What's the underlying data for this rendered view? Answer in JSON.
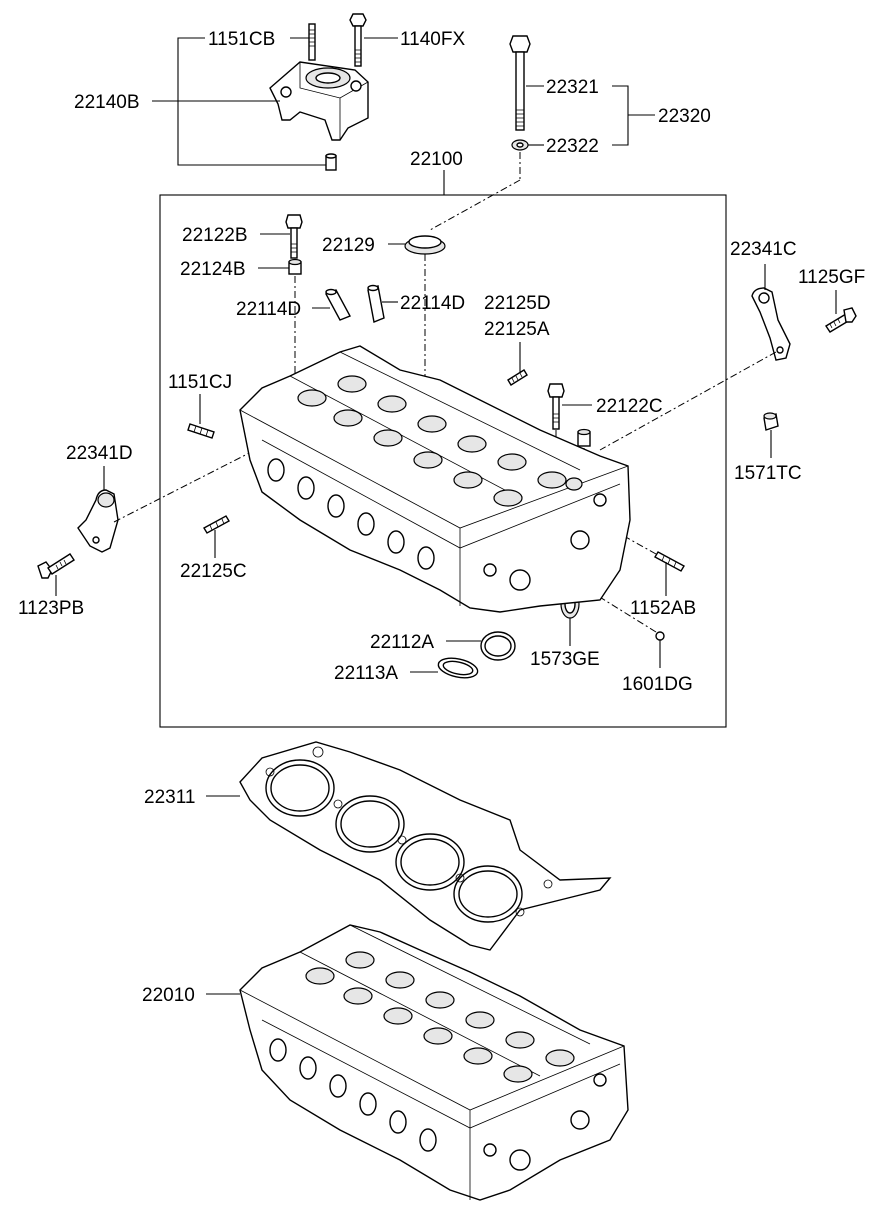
{
  "labels": {
    "l1151CB": "1151CB",
    "l1140FX": "1140FX",
    "l22140B": "22140B",
    "l22321": "22321",
    "l22320": "22320",
    "l22322": "22322",
    "l22100": "22100",
    "l22122B": "22122B",
    "l22129": "22129",
    "l22124B": "22124B",
    "l22114D_a": "22114D",
    "l22114D_b": "22114D",
    "l22125D": "22125D",
    "l22125A": "22125A",
    "l22341C": "22341C",
    "l1125GF": "1125GF",
    "l1151CJ": "1151CJ",
    "l22122C": "22122C",
    "l22341D": "22341D",
    "l1571TC": "1571TC",
    "l22125C": "22125C",
    "l1152AB": "1152AB",
    "l1123PB": "1123PB",
    "l22112A": "22112A",
    "l1573GE": "1573GE",
    "l22113A": "22113A",
    "l1601DG": "1601DG",
    "l22311": "22311",
    "l22010": "22010"
  }
}
